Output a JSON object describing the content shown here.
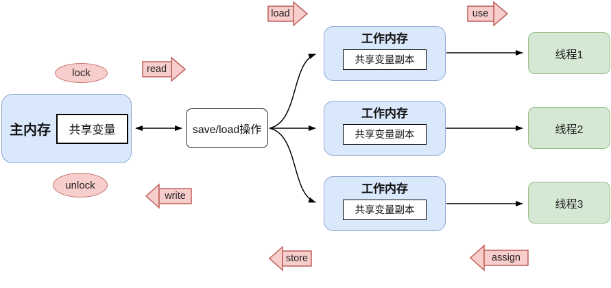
{
  "diagram": {
    "main_memory": {
      "title": "主内存",
      "variable": "共享变量"
    },
    "lock": {
      "label": "lock"
    },
    "unlock": {
      "label": "unlock"
    },
    "saveload": {
      "label": "save/load操作"
    },
    "working_memories": [
      {
        "title": "工作内存",
        "variable": "共享变量副本"
      },
      {
        "title": "工作内存",
        "variable": "共享变量副本"
      },
      {
        "title": "工作内存",
        "variable": "共享变量副本"
      }
    ],
    "threads": [
      {
        "label": "线程1"
      },
      {
        "label": "线程2"
      },
      {
        "label": "线程3"
      }
    ],
    "operations": {
      "load": "load",
      "use": "use",
      "read": "read",
      "write": "write",
      "store": "store",
      "assign": "assign"
    },
    "colors": {
      "memory_fill": "#dae8fc",
      "memory_stroke": "#8ca7d2",
      "thread_fill": "#d5e8d4",
      "thread_stroke": "#93bb87",
      "operation_fill": "#f8cecc",
      "operation_stroke": "#bd5d58",
      "connector": "#000000"
    }
  }
}
